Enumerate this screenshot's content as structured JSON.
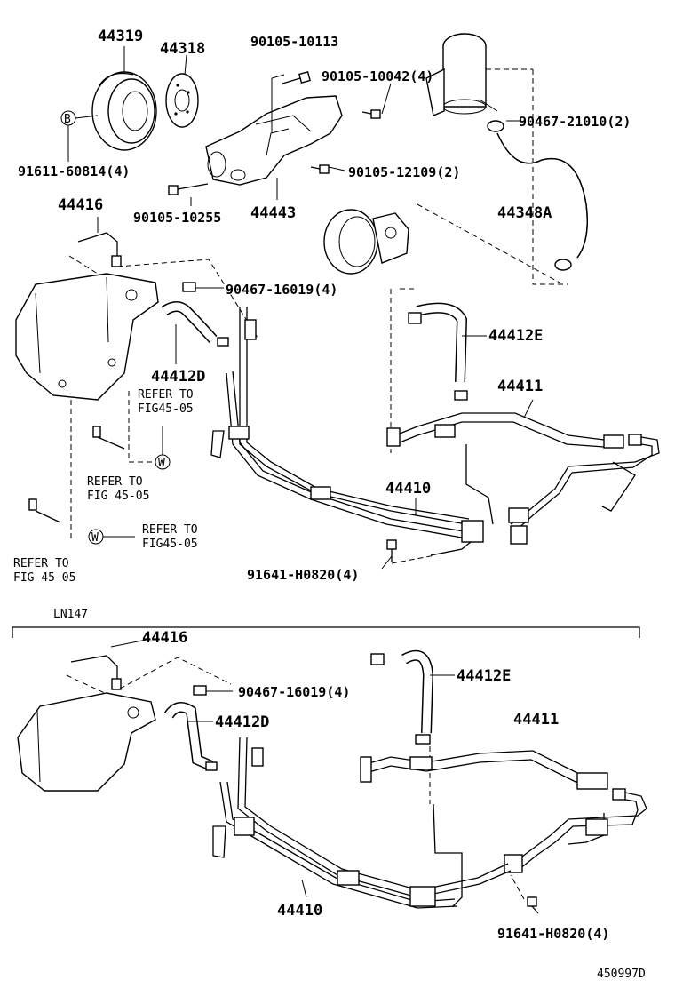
{
  "labels": {
    "p44319": "44319",
    "p44318": "44318",
    "p90105_10113": "90105-10113",
    "p90105_10042": "90105-10042(4)",
    "p90467_21010": "90467-21010(2)",
    "p91611_60814": "91611-60814(4)",
    "p90105_12109": "90105-12109(2)",
    "p90105_10255": "90105-10255",
    "p44443": "44443",
    "p44416_top": "44416",
    "p44348A": "44348A",
    "p90467_16019_top": "90467-16019(4)",
    "p44412E_top": "44412E",
    "p44412D_top": "44412D",
    "p44411_top": "44411",
    "p44410_top": "44410",
    "p91641_H0820_top": "91641-H0820(4)",
    "section_title": "LN147",
    "p44416_bot": "44416",
    "p90467_16019_bot": "90467-16019(4)",
    "p44412D_bot": "44412D",
    "p44412E_bot": "44412E",
    "p44411_bot": "44411",
    "p44410_bot": "44410",
    "p91641_H0820_bot": "91641-H0820(4)",
    "diagram_id": "450997D"
  },
  "markers": {
    "b": "B",
    "w1": "W",
    "w2": "W"
  },
  "refs": {
    "refer_to": "REFER TO",
    "fig_1": "FIG45-05",
    "fig_2": "FIG 45-05",
    "fig_3": "FIG45-05",
    "fig_4": "FIG 45-05"
  }
}
